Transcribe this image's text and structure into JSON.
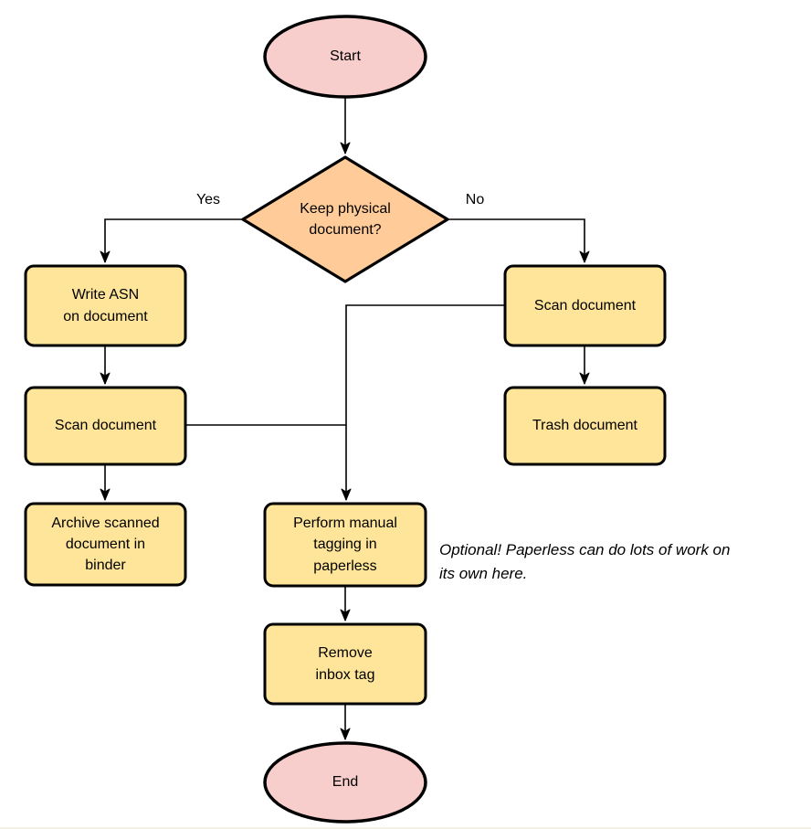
{
  "colors": {
    "terminal_fill": "#F8CECC",
    "decision_fill": "#FFCC99",
    "process_fill": "#FFE599",
    "stroke": "#000000"
  },
  "nodes": {
    "start": {
      "label": "Start"
    },
    "decision": {
      "label": "Keep physical\ndocument?"
    },
    "write_asn": {
      "label": "Write ASN\non document"
    },
    "scan_left": {
      "label": "Scan document"
    },
    "archive": {
      "label": "Archive scanned\ndocument in\nbinder"
    },
    "scan_right": {
      "label": "Scan document"
    },
    "trash": {
      "label": "Trash document"
    },
    "tagging": {
      "label": "Perform manual\ntagging in\npaperless"
    },
    "remove_inbox": {
      "label": "Remove\ninbox tag"
    },
    "end": {
      "label": "End"
    }
  },
  "edge_labels": {
    "yes": "Yes",
    "no": "No"
  },
  "annotation": "Optional! Paperless can do lots of work on\nits own here."
}
